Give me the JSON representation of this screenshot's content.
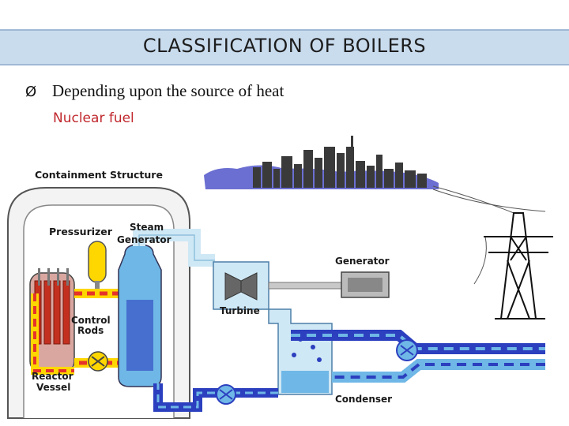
{
  "slide": {
    "title": "CLASSIFICATION OF BOILERS",
    "bullet_marker": "Ø",
    "bullet": "Depending upon the source of heat",
    "sub_point": "Nuclear fuel"
  },
  "diagram": {
    "labels": {
      "containment": "Containment Structure",
      "pressurizer": "Pressurizer",
      "steam_generator_1": "Steam",
      "steam_generator_2": "Generator",
      "generator": "Generator",
      "turbine": "Turbine",
      "control_rods_1": "Control",
      "control_rods_2": "Rods",
      "reactor_vessel_1": "Reactor",
      "reactor_vessel_2": "Vessel",
      "condenser": "Condenser"
    },
    "colors": {
      "title_bar": "#c9dcee",
      "sub_point": "#c0282d",
      "hot_loop": "#e5322a",
      "primary_coolant": "#ffd700",
      "water": "#6fb7e6",
      "steam": "#cfe8f5",
      "cold_water": "#2b3fbf",
      "city": "#3a3a3a",
      "sky": "#6b6fd1"
    }
  }
}
